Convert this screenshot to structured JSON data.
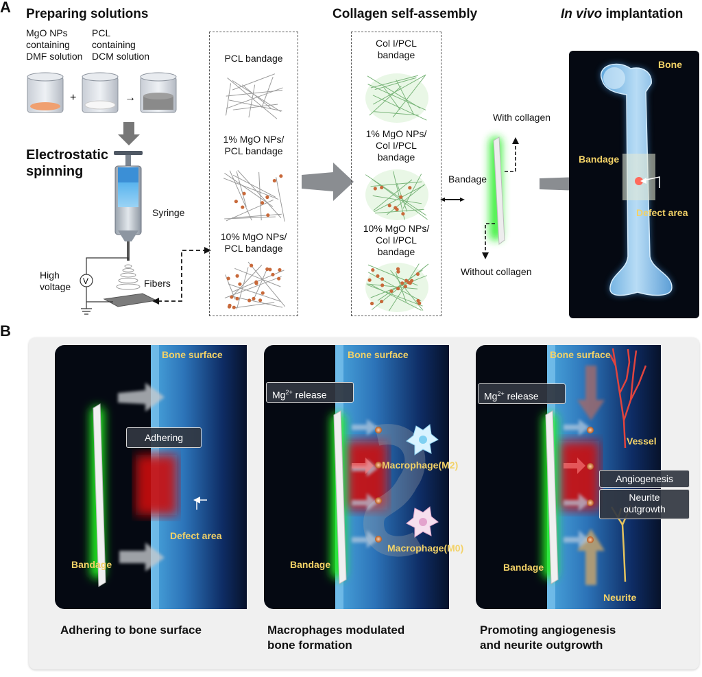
{
  "panel_a": {
    "letter": "A",
    "headers": {
      "preparing": "Preparing solutions",
      "self_assembly": "Collagen self-assembly",
      "in_vivo_italic": "In vivo",
      "in_vivo_rest": " implantation"
    },
    "solutions": {
      "mgo": "MgO NPs\ncontaining\nDMF solution",
      "pcl": "PCL\ncontaining\nDCM solution",
      "plus": "+",
      "arrow": "→"
    },
    "electrospinning": "Electrostatic\nspinning",
    "syringe": "Syringe",
    "high_voltage": "High\nvoltage",
    "voltmeter": "V",
    "fibers": "Fibers",
    "bandages": [
      "PCL bandage",
      "1% MgO NPs/\nPCL bandage",
      "10% MgO NPs/\nPCL bandage"
    ],
    "collagen_bandages": [
      "Col I/PCL\nbandage",
      "1% MgO NPs/\nCol I/PCL\nbandage",
      "10% MgO NPs/\nCol I/PCL\nbandage"
    ],
    "with_collagen": "With collagen",
    "without_collagen": "Without collagen",
    "bandage": "Bandage",
    "bone": "Bone",
    "bandage_label": "Bandage",
    "defect_area": "Defect area"
  },
  "panel_b": {
    "letter": "B",
    "scenes": [
      {
        "bone_surface": "Bone surface",
        "callout": "Adhering",
        "defect_area": "Defect area",
        "bandage": "Bandage",
        "caption": "Adhering to bone surface"
      },
      {
        "bone_surface": "Bone surface",
        "callout_main": "Mg",
        "callout_sup": "2+",
        "callout_rest": " release",
        "m2": "Macrophage(M2)",
        "m0": "Macrophage(M0)",
        "bandage": "Bandage",
        "caption": "Macrophages modulated\nbone formation"
      },
      {
        "bone_surface": "Bone surface",
        "callout_main": "Mg",
        "callout_sup": "2+",
        "callout_rest": " release",
        "vessel": "Vessel",
        "angiogenesis": "Angiogenesis",
        "neurite_outgrowth": "Neurite\noutgrowth",
        "neurite": "Neurite",
        "bandage": "Bandage",
        "caption": "Promoting angiogenesis\nand neurite outgrowth"
      }
    ]
  },
  "colors": {
    "bandage_glow": "#22ee22",
    "nanoparticle": "#c8693a",
    "label_yellow": "#f3d267",
    "bone_blue": "#4a9fd8",
    "defect_red": "#cc1010"
  }
}
